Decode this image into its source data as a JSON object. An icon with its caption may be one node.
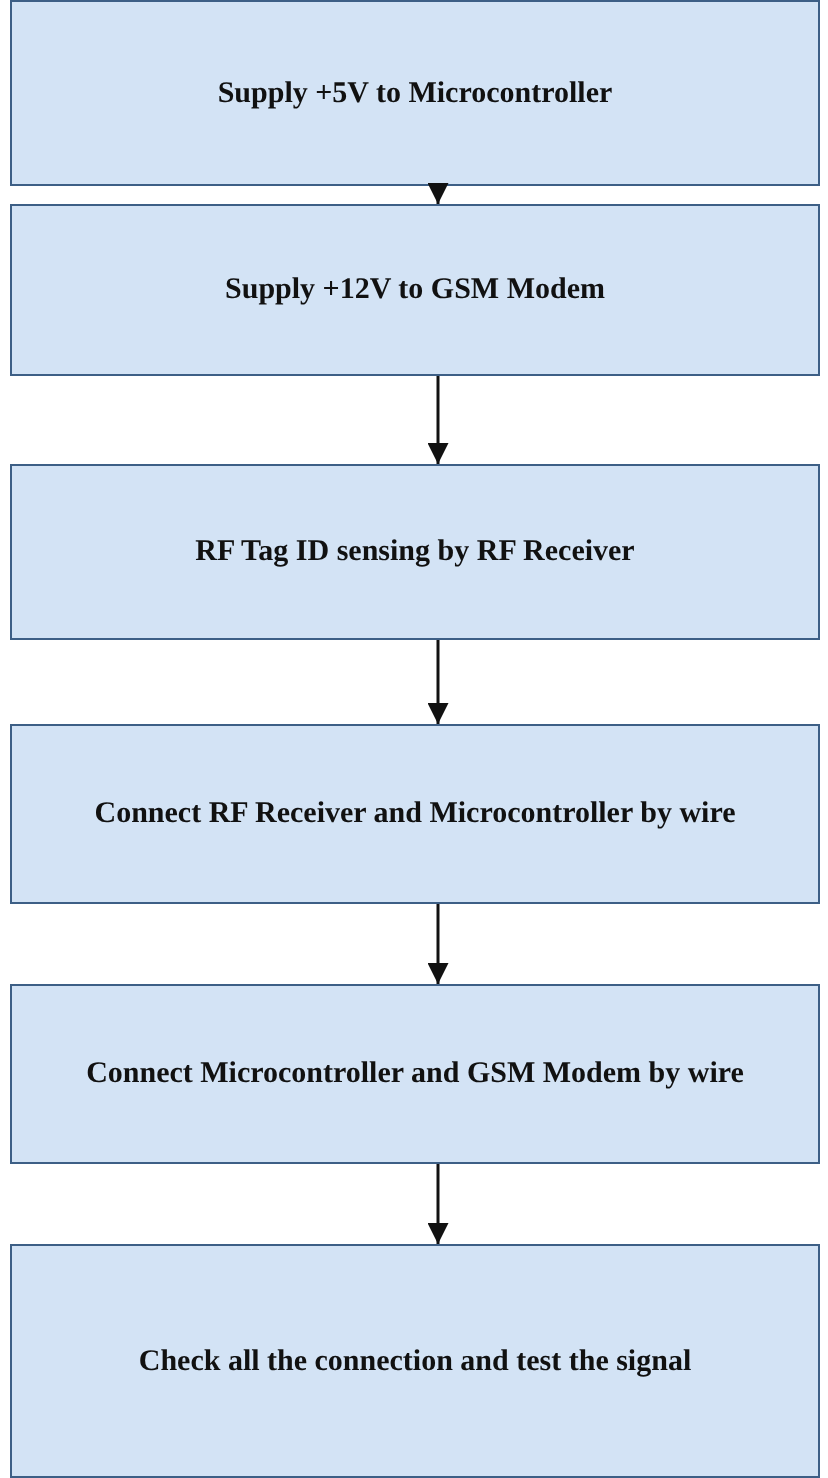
{
  "diagram": {
    "nodes": [
      {
        "text": [
          "Supply +5V to Microcontroller"
        ]
      },
      {
        "text": [
          "Supply +12V to GSM Modem"
        ]
      },
      {
        "text": [
          "RF Tag ID sensing by RF Receiver"
        ]
      },
      {
        "text": [
          "Connect RF Receiver and Microcontroller by wire"
        ]
      },
      {
        "text": [
          "Connect Microcontroller and GSM Modem by wire"
        ]
      },
      {
        "text": [
          "Check all the connection and test the signal"
        ]
      }
    ],
    "edges": [
      {
        "from": 0,
        "to": 1,
        "arrow": "to"
      },
      {
        "from": 1,
        "to": 2,
        "arrow": "to"
      },
      {
        "from": 2,
        "to": 3,
        "arrow": "to"
      },
      {
        "from": 3,
        "to": 4,
        "arrow": "to"
      },
      {
        "from": 4,
        "to": 5,
        "arrow": "to"
      }
    ]
  }
}
